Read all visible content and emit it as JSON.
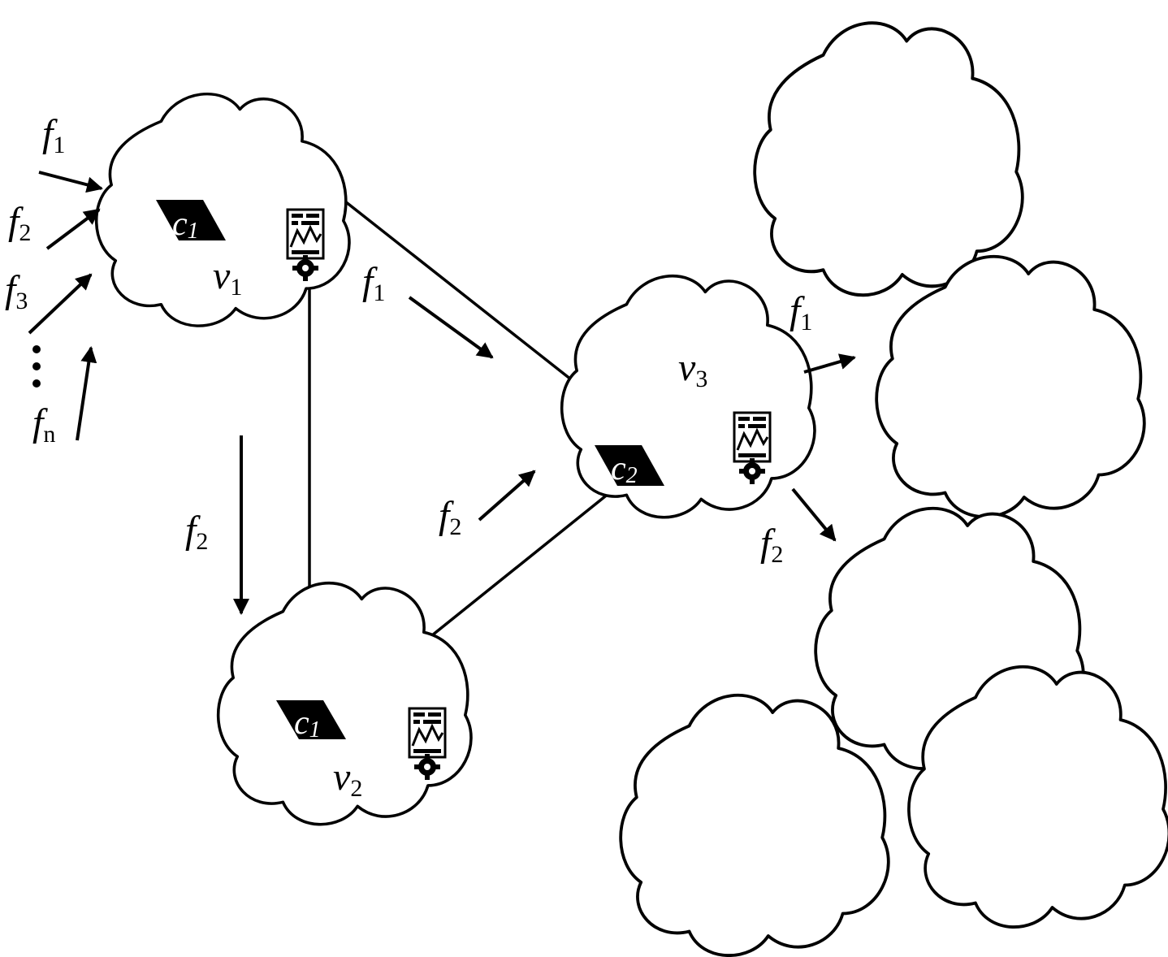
{
  "nodes": {
    "v1": {
      "var": "v",
      "sub": "1",
      "tag": {
        "var": "c",
        "sub": "1"
      }
    },
    "v2": {
      "var": "v",
      "sub": "2",
      "tag": {
        "var": "c",
        "sub": "1"
      }
    },
    "v3": {
      "var": "v",
      "sub": "3",
      "tag": {
        "var": "c",
        "sub": "2"
      }
    }
  },
  "inputs": [
    {
      "var": "f",
      "sub": "1"
    },
    {
      "var": "f",
      "sub": "2"
    },
    {
      "var": "f",
      "sub": "3"
    },
    {
      "var": "f",
      "sub": "n"
    }
  ],
  "flows": {
    "v1_to_v3": {
      "var": "f",
      "sub": "1"
    },
    "v1_to_v2": {
      "var": "f",
      "sub": "2"
    },
    "v2_to_v3": {
      "var": "f",
      "sub": "2"
    },
    "v3_out_1": {
      "var": "f",
      "sub": "1"
    },
    "v3_out_2": {
      "var": "f",
      "sub": "2"
    }
  },
  "icons": {
    "server": "server-gear-icon",
    "tag": "content-tag-icon"
  }
}
